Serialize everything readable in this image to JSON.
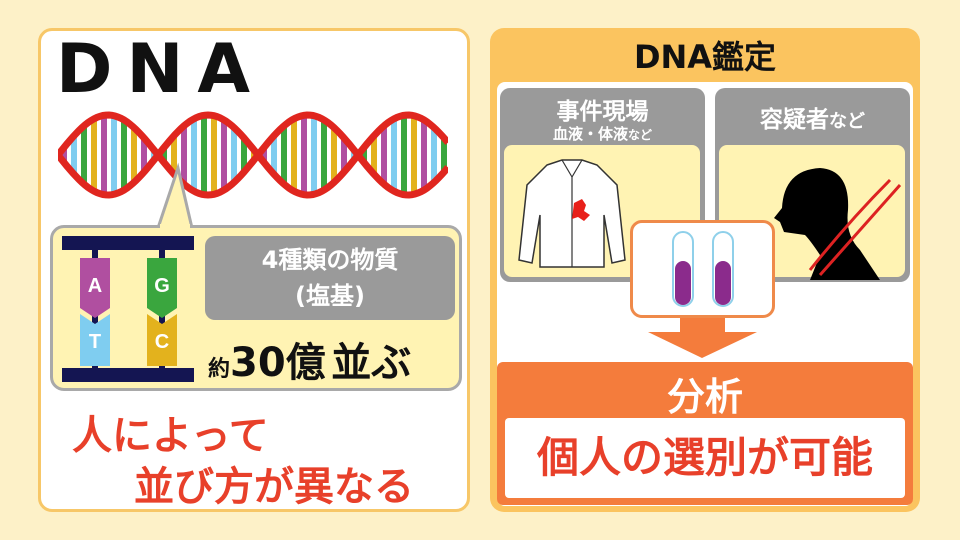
{
  "left": {
    "title": "DNA",
    "bases": [
      "A",
      "T",
      "G",
      "C"
    ],
    "base_colors": {
      "A": "#b04fa0",
      "T": "#7fcdf0",
      "G": "#3aa63e",
      "C": "#e3b21d"
    },
    "substance_line1": "4種類の物質",
    "substance_line2": "(塩基)",
    "count_prefix": "約",
    "count_number": "30億",
    "count_suffix": "並ぶ",
    "message_line1": "人によって",
    "message_line2": "並び方が異なる"
  },
  "right": {
    "title": "DNA鑑定",
    "scene_title": "事件現場",
    "scene_subtitle_main": "血液・体液",
    "scene_subtitle_suffix": "など",
    "suspect_title": "容疑者",
    "suspect_suffix": "など",
    "analysis_label": "分析",
    "result": "個人の選別が可能"
  },
  "colors": {
    "orange": "#f47c3c",
    "header": "#fbc45f",
    "red_text": "#e8402a",
    "panel_gray": "#9a9a9a"
  }
}
